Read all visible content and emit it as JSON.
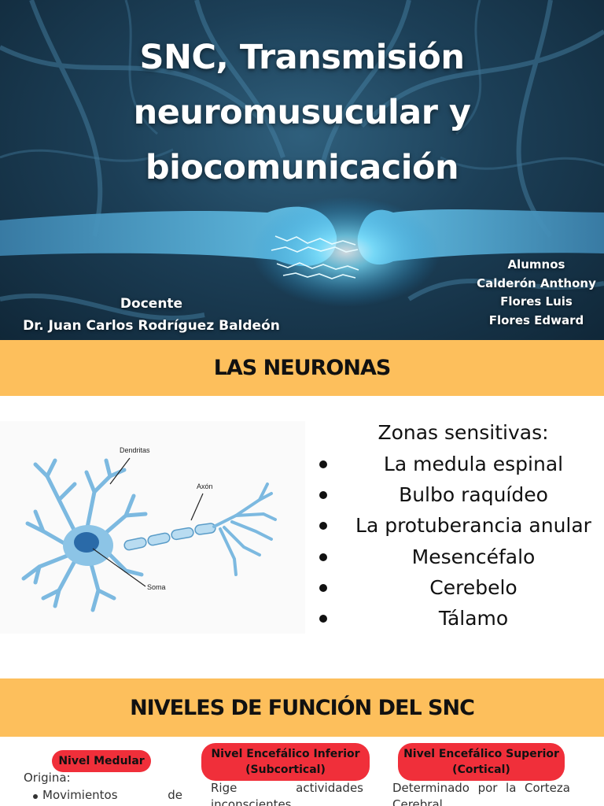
{
  "hero": {
    "title_line1": "SNC, Transmisión",
    "title_line2": "neuromusucular y",
    "title_line3": "biocomunicación",
    "docente_label": "Docente",
    "docente_name": "Dr. Juan Carlos Rodríguez Baldeón",
    "alumnos_label": "Alumnos",
    "alumnos": [
      "Calderón Anthony",
      "Flores Luis",
      "Flores Edward"
    ]
  },
  "section1": {
    "heading": "LAS NEURONAS",
    "diagram_labels": {
      "dendritas": "Dendritas",
      "axon": "Axón",
      "soma": "Soma"
    },
    "zones_title": "Zonas sensitivas:",
    "zones": [
      "La medula espinal",
      "Bulbo raquídeo",
      "La protuberancia anular",
      "Mesencéfalo",
      "Cerebelo",
      "Tálamo"
    ]
  },
  "section2": {
    "heading": "NIVELES DE FUNCIÓN DEL SNC",
    "levels": [
      {
        "title": "Nivel Medular",
        "intro": "Origina:",
        "item_word1": "Movimientos",
        "item_word2": "de"
      },
      {
        "title_line1": "Nivel Encefálico Inferior",
        "title_line2": "(Subcortical)",
        "text_line1": "Rige actividades",
        "text_line2": "inconscientes"
      },
      {
        "title_line1": "Nivel Encefálico Superior",
        "title_line2": "(Cortical)",
        "text_words": [
          "Determinado",
          "por",
          "la",
          "Corteza"
        ],
        "text_line2": "Cerebral"
      }
    ]
  },
  "colors": {
    "banner": "#fdbf5c",
    "pill": "#f02f3a",
    "neuron": "#6fb2dd",
    "soma": "#2a6aa8"
  }
}
